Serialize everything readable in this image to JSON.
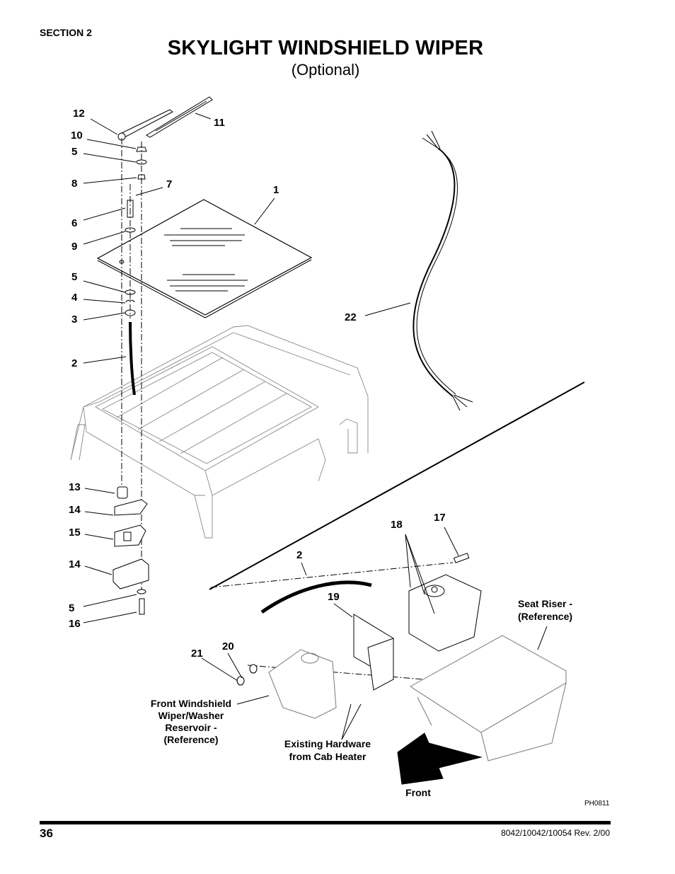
{
  "header": {
    "section": "SECTION 2",
    "title": "SKYLIGHT WINDSHIELD WIPER",
    "subtitle": "(Optional)"
  },
  "callouts": {
    "c1": "1",
    "c2a": "2",
    "c2b": "2",
    "c3": "3",
    "c4": "4",
    "c5a": "5",
    "c5b": "5",
    "c5c": "5",
    "c6": "6",
    "c7": "7",
    "c8": "8",
    "c9": "9",
    "c10": "10",
    "c11": "11",
    "c12": "12",
    "c13": "13",
    "c14a": "14",
    "c14b": "14",
    "c15": "15",
    "c16": "16",
    "c17": "17",
    "c18": "18",
    "c19": "19",
    "c20": "20",
    "c21": "21",
    "c22": "22"
  },
  "references": {
    "seat_riser_1": "Seat Riser -",
    "seat_riser_2": "(Reference)",
    "reservoir_1": "Front Windshield",
    "reservoir_2": "Wiper/Washer",
    "reservoir_3": "Reservoir -",
    "reservoir_4": "(Reference)",
    "hardware_1": "Existing Hardware",
    "hardware_2": "from Cab Heater",
    "front": "Front"
  },
  "photo_id": "PH0811",
  "footer": {
    "page_number": "36",
    "doc_number": "8042/10042/10054 Rev. 2/00"
  }
}
